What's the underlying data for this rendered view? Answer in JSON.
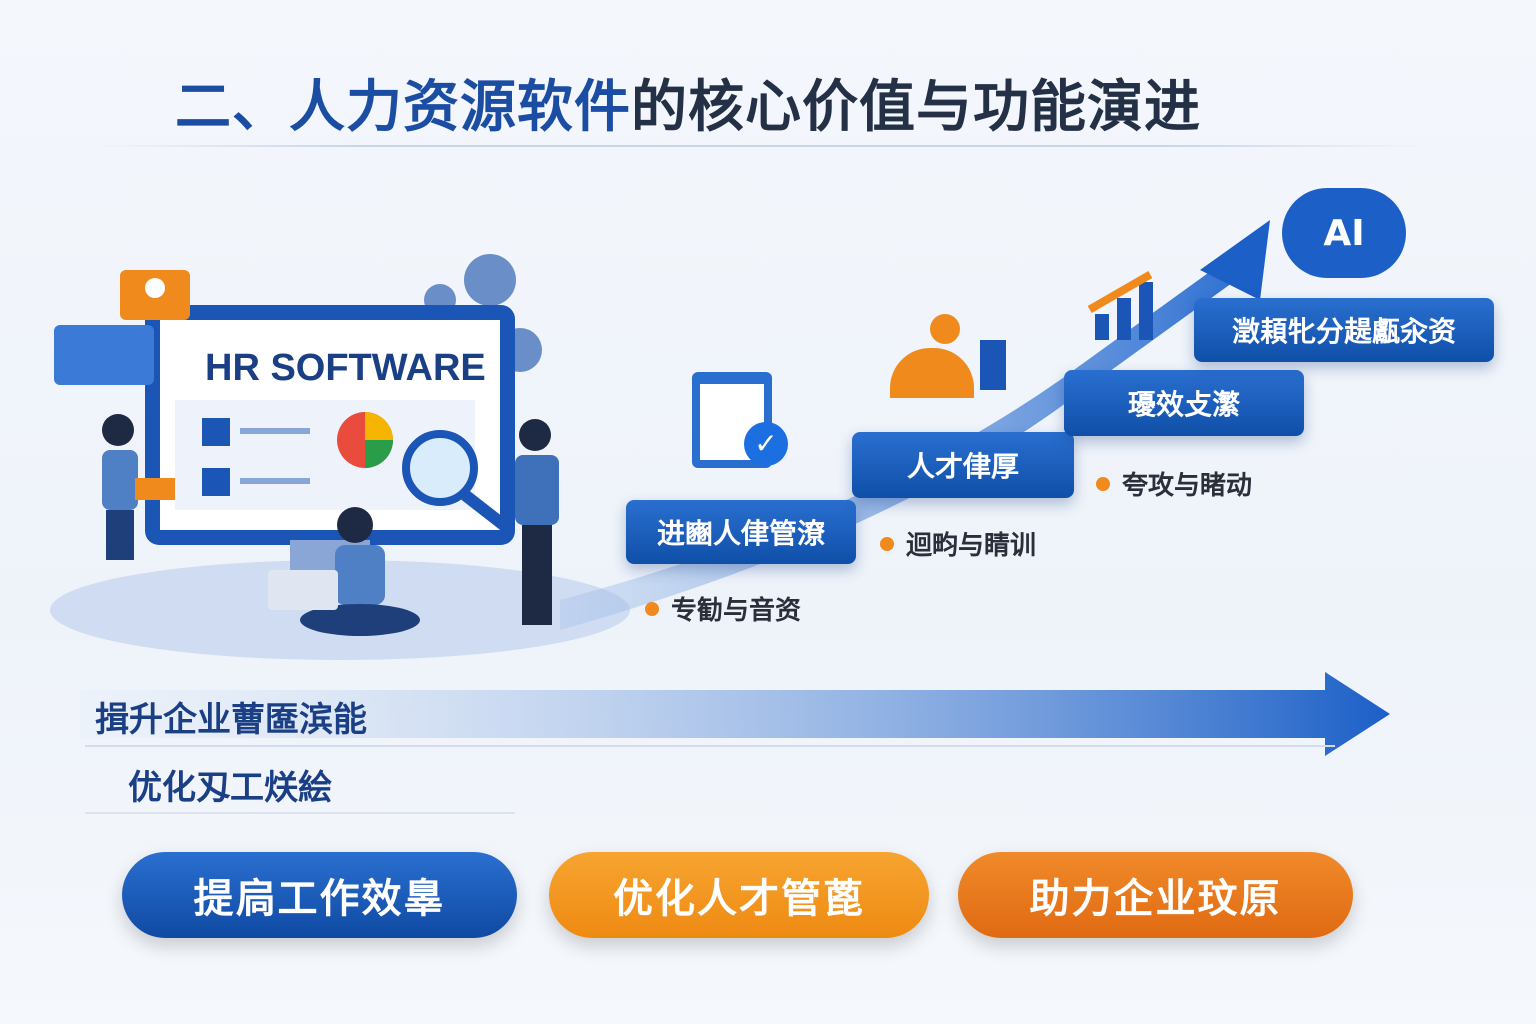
{
  "title": {
    "part1": "二、人力资源软件",
    "part2": "的核心价值与功能演进"
  },
  "illustration": {
    "monitor_label": "HR SOFTWARE"
  },
  "steps": [
    {
      "label": "进豳人侓管潦",
      "bullet": "专勧与音资",
      "icon": "clipboard-check-icon"
    },
    {
      "label": "人才侓厚",
      "bullet": "迴畇与睛训",
      "icon": "talent-growth-icon"
    },
    {
      "label": "瓇效攴瀿",
      "bullet": "夸攻与睹动",
      "icon": "bar-chart-growth-icon"
    },
    {
      "label": "澂頛牝分趧甗汆资",
      "icon": "ai-brain-icon",
      "icon_text": "AI"
    }
  ],
  "progress_labels": {
    "primary": "揖升企业蓸匲滨能",
    "secondary": "优化刄工烪絵"
  },
  "pills": [
    {
      "label": "提扃工作效辠",
      "color": "#1553b0"
    },
    {
      "label": "优化人才管蓖",
      "color": "#f0901a"
    },
    {
      "label": "助力企业玟原",
      "color": "#e8741a"
    }
  ],
  "colors": {
    "primary": "#1553b0",
    "accent": "#f08a1c"
  }
}
